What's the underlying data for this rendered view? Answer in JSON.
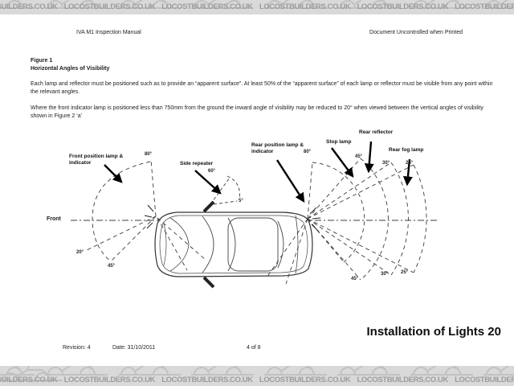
{
  "watermark": {
    "name": "LOCOSTBUILDERS.CO.UK",
    "row": "LOCOSTBUILDERS.CO.UK LOCOSTBUILDERS.CO.UK LOCOSTBUILDERS.CO.UK LOCOSTBUILDERS.CO.UK LOCOSTBUILDERS.CO.UK LOCOSTBUILDERS.CO.UK LOCOSTBUILDERS.CO.UK LOCOSTBUILDERS.CO.UK"
  },
  "header": {
    "left": "IVA M1 Inspection Manual",
    "right": "Document Uncontrolled when Printed"
  },
  "figure": {
    "label": "Figure 1",
    "title": "Horizontal Angles of Visibility"
  },
  "body": {
    "p1": "Each lamp and reflector must be positioned such as to provide an “apparent surface”. At least 50% of the “apparent surface” of each lamp or reflector must be visible from any point within the relevant angles.",
    "p2": "Where the front indicator lamp is positioned less than 750mm from the ground the inward angle of visibility may be reduced to 20° when viewed between the vertical angles of visibility shown in Figure 2  ‘a’"
  },
  "diagram": {
    "labels": {
      "front_position": "Front position lamp & indicator",
      "side_repeater": "Side repeater",
      "rear_position": "Rear position lamp & indicator",
      "stop_lamp": "Stop lamp",
      "rear_reflector": "Rear reflector",
      "rear_fog": "Rear fog lamp",
      "front": "Front"
    },
    "angles": {
      "front_outer": "80°",
      "side_repeater": "60°",
      "inward_small": "5°",
      "front_inner_20": "20°",
      "front_inner_45": "45°",
      "rear_outer": "80°",
      "stop_top": "45°",
      "reflector_top": "30°",
      "fog_top": "25°",
      "rear_bottom_45": "45°",
      "rear_bottom_30": "30°",
      "rear_bottom_25": "25°"
    }
  },
  "title_block": {
    "text": "Installation of Lights 20"
  },
  "footer": {
    "revision": "Revision: 4",
    "date": "Date: 31/10/2011",
    "page": "4 of 8"
  },
  "colors": {
    "banner_bg": "#d9d9d9",
    "banner_text": "#9c9c9c",
    "ink": "#1c1c1c"
  }
}
